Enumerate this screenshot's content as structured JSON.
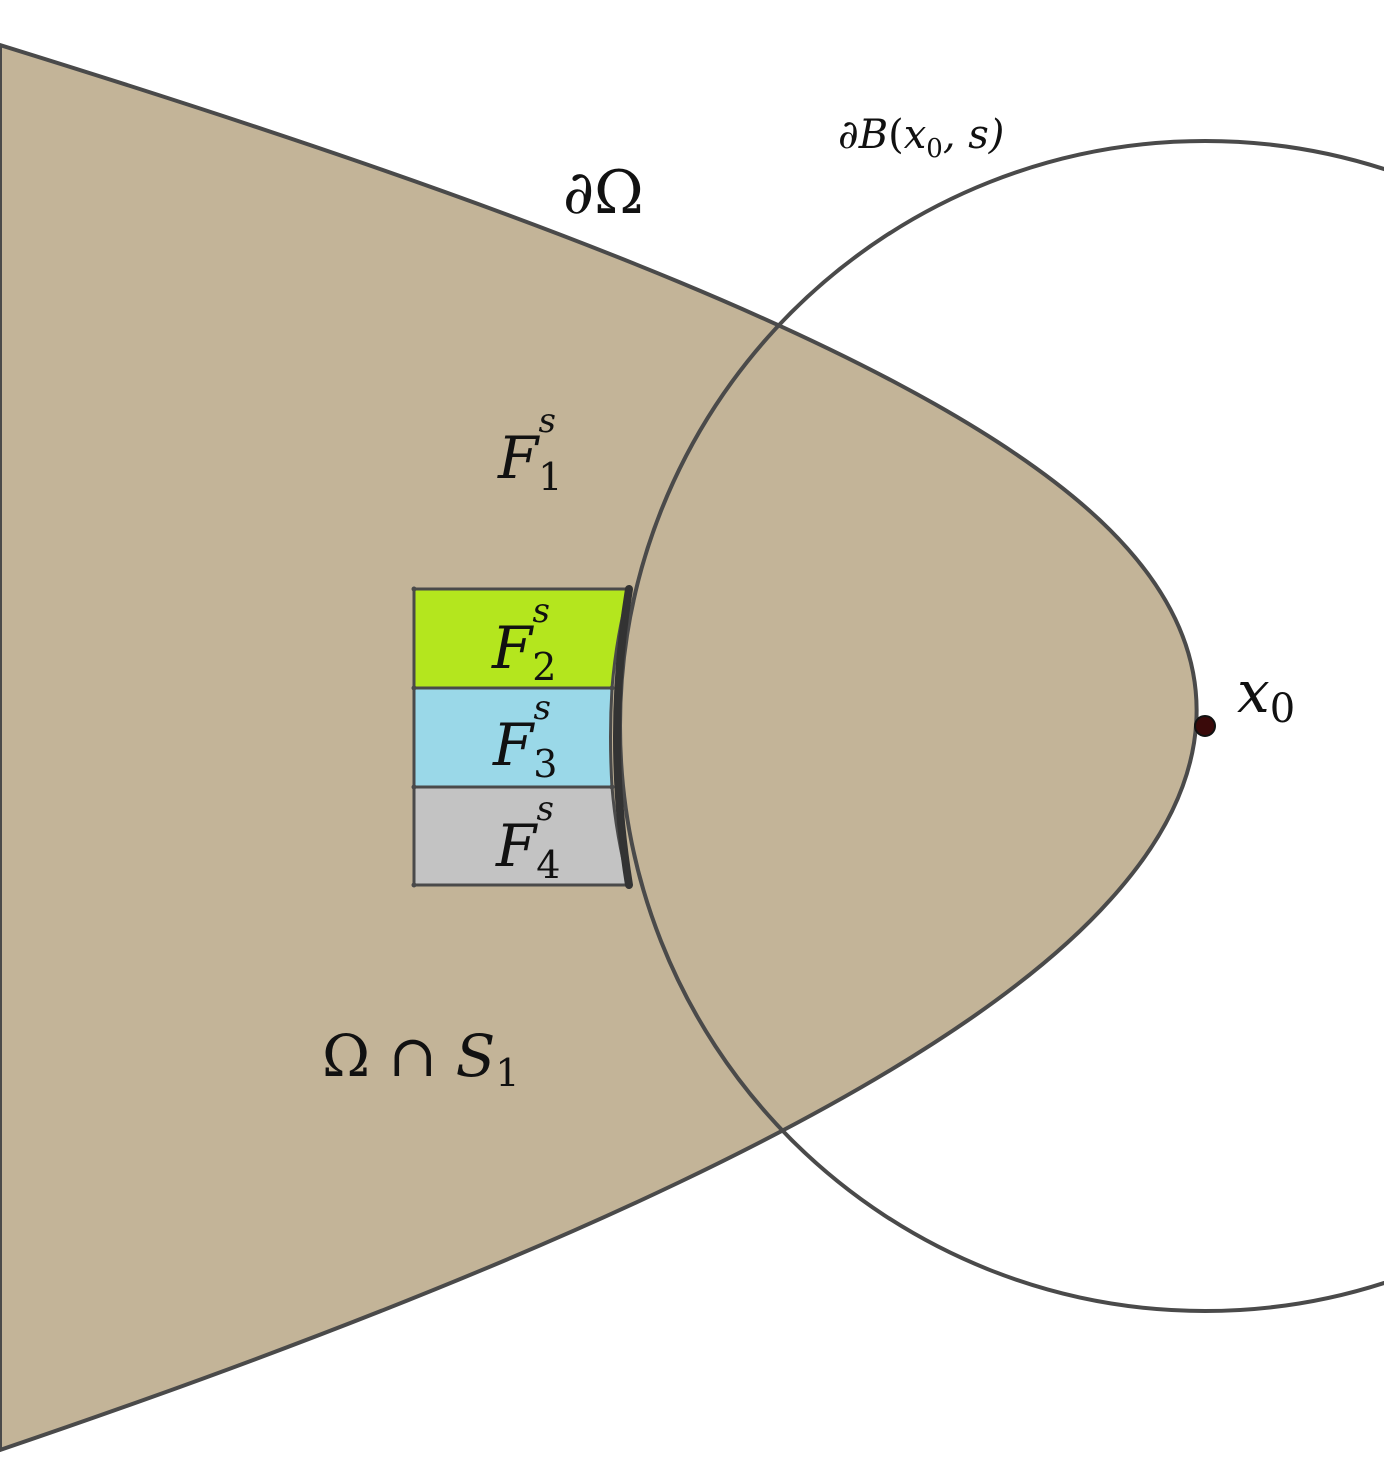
{
  "diagram": {
    "colors": {
      "domain_fill": "#c3b498",
      "outline": "#4a4a4a",
      "region_f2": "#b4e61e",
      "region_f3": "#9ad8e8",
      "region_f4": "#c3c3c3",
      "point": "#3a0a0a",
      "background": "#ffffff"
    },
    "labels": {
      "boundary_omega": {
        "main": "∂Ω"
      },
      "ball_boundary": {
        "prefix": "∂",
        "main": "B",
        "open": "(",
        "x": "x",
        "sub": "0",
        "rest": ", s)"
      },
      "f1": {
        "main": "F",
        "sub": "1",
        "sup": "s"
      },
      "f2": {
        "main": "F",
        "sub": "2",
        "sup": "s"
      },
      "f3": {
        "main": "F",
        "sub": "3",
        "sup": "s"
      },
      "f4": {
        "main": "F",
        "sub": "4",
        "sup": "s"
      },
      "intersection": {
        "omega": "Ω",
        "cap": " ∩ ",
        "main": "S",
        "sub": "1"
      },
      "point_x0": {
        "main": "x",
        "sub": "0"
      }
    }
  }
}
